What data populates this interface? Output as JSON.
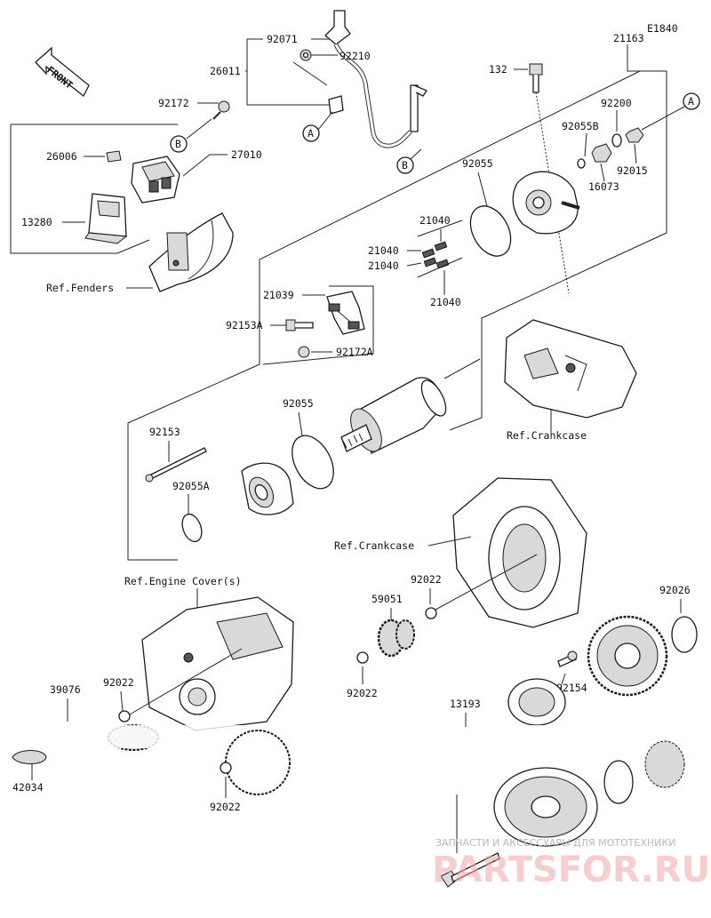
{
  "diagram_code": "E1840",
  "front_label": "FRONT",
  "callout_letters": {
    "a": "A",
    "b": "B"
  },
  "parts": {
    "p92071": "92071",
    "p92210": "92210",
    "p26011": "26011",
    "p92172": "92172",
    "p26006": "26006",
    "p27010": "27010",
    "p13280": "13280",
    "p21163": "21163",
    "p132": "132",
    "p92200": "92200",
    "p92055B": "92055B",
    "p92015": "92015",
    "p16073": "16073",
    "p92055_top": "92055",
    "p21040_a": "21040",
    "p21040_b": "21040",
    "p21040_c": "21040",
    "p21040_d": "21040",
    "p21039": "21039",
    "p92153A": "92153A",
    "p92172A": "92172A",
    "p92055_mid": "92055",
    "p92153": "92153",
    "p92055A": "92055A",
    "p92022_a": "92022",
    "p59051": "59051",
    "p92026": "92026",
    "p92022_b": "92022",
    "p92154": "92154",
    "p39076": "39076",
    "p92022_c": "92022",
    "p13193": "13193",
    "p42034": "42034",
    "p92022_d": "92022"
  },
  "refs": {
    "fenders": "Ref.Fenders",
    "crankcase_1": "Ref.Crankcase",
    "crankcase_2": "Ref.Crankcase",
    "engine_cover": "Ref.Engine Cover(s)"
  },
  "watermark": {
    "line1": "ЗАПЧАСТИ И АКСЕССУАРЫ ДЛЯ МОТОТЕХНИКИ",
    "line2": "PARTSFOR.RU"
  }
}
